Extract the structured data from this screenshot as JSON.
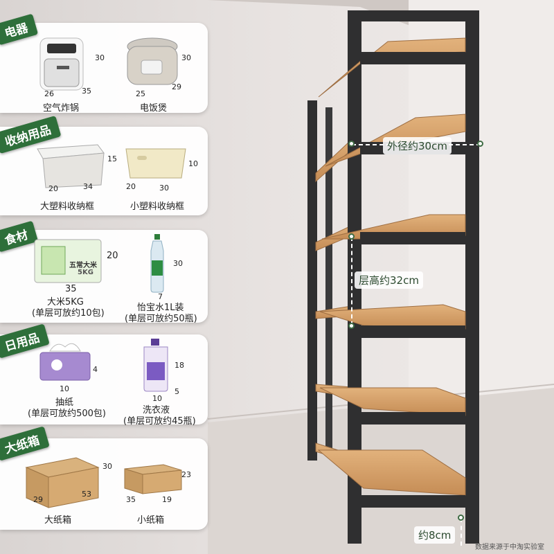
{
  "categories": [
    {
      "tag": "电器",
      "items": [
        {
          "name": "空气炸锅",
          "icon": "air-fryer-icon",
          "w": "26",
          "d": "35",
          "h": "30"
        },
        {
          "name": "电饭煲",
          "icon": "rice-cooker-icon",
          "w": "25",
          "d": "29",
          "h": "30"
        }
      ]
    },
    {
      "tag": "收纳用品",
      "items": [
        {
          "name": "大塑料收纳框",
          "icon": "large-storage-box-icon",
          "w": "20",
          "d": "34",
          "h": "15"
        },
        {
          "name": "小塑料收纳框",
          "icon": "small-storage-basket-icon",
          "w": "20",
          "d": "30",
          "h": "10"
        }
      ]
    },
    {
      "tag": "食材",
      "items": [
        {
          "name": "大米5KG",
          "note": "(单层可放约10包)",
          "icon": "rice-bag-icon",
          "w": "35",
          "h": "20",
          "print": "五常大米",
          "print2": "5KG"
        },
        {
          "name": "怡宝水1L装",
          "note": "(单层可放约50瓶)",
          "icon": "water-bottle-icon",
          "w": "7",
          "h": "30"
        }
      ]
    },
    {
      "tag": "日用品",
      "items": [
        {
          "name": "抽纸",
          "note": "(单层可放约500包)",
          "icon": "tissue-box-icon",
          "w": "10",
          "h": "4"
        },
        {
          "name": "洗衣液",
          "note": "(单层可放约45瓶)",
          "icon": "detergent-bottle-icon",
          "w": "10",
          "d": "5",
          "h": "18"
        }
      ]
    },
    {
      "tag": "大纸箱",
      "items": [
        {
          "name": "大纸箱",
          "icon": "large-carton-icon",
          "w": "29",
          "d": "53",
          "h": "30"
        },
        {
          "name": "小纸箱",
          "icon": "small-carton-icon",
          "w": "35",
          "d": "19",
          "h": "23"
        }
      ]
    }
  ],
  "shelf": {
    "outer_diameter": "外径约30cm",
    "layer_height": "层高约32cm",
    "foot": "约8cm",
    "colors": {
      "frame": "#2f2f30",
      "board": "#d4a06a",
      "accent": "#2e6f3a"
    }
  },
  "watermark": "数据来源于中淘实验室"
}
